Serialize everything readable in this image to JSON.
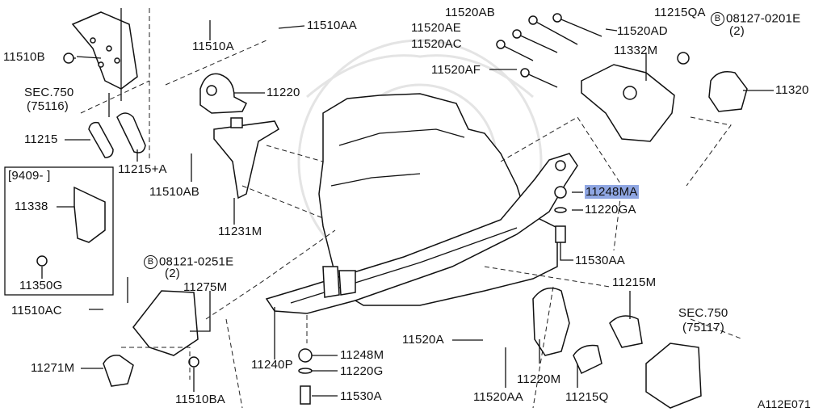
{
  "diagram_code": "A112E071",
  "box_label": "[9409-    ]",
  "labels": {
    "p11510B": "11510B",
    "p11510A": "11510A",
    "p11510AA": "11510AA",
    "sec750a": "SEC.750",
    "sec750a_ref": "(75116)",
    "p11220": "11220",
    "p11215": "11215",
    "p11215A": "11215+A",
    "p11510AB": "11510AB",
    "p11231M": "11231M",
    "p11338": "11338",
    "p11350G": "11350G",
    "p11520AB": "11520AB",
    "p11520AE": "11520AE",
    "p11520AC": "11520AC",
    "p11520AF": "11520AF",
    "p11520AD": "11520AD",
    "p11332M": "11332M",
    "p11215QA": "11215QA",
    "bolt08127": "08127-0201E",
    "bolt08127_qty": "(2)",
    "p11320": "11320",
    "p11248MA": "11248MA",
    "p11220GA": "11220GA",
    "p11530AA": "11530AA",
    "bolt08121": "08121-0251E",
    "bolt08121_qty": "(2)",
    "p11275M": "11275M",
    "p11510AC": "11510AC",
    "p11271M": "11271M",
    "p11510BA": "11510BA",
    "p11240P": "11240P",
    "p11248M": "11248M",
    "p11220G": "11220G",
    "p11530A": "11530A",
    "p11520A": "11520A",
    "p11520AA": "11520AA",
    "p11220M": "11220M",
    "p11215Q": "11215Q",
    "p11215M": "11215M",
    "sec750b": "SEC.750",
    "sec750b_ref": "(75117)",
    "circle_letter": "B"
  },
  "colors": {
    "highlight": "#8fa6e2"
  }
}
